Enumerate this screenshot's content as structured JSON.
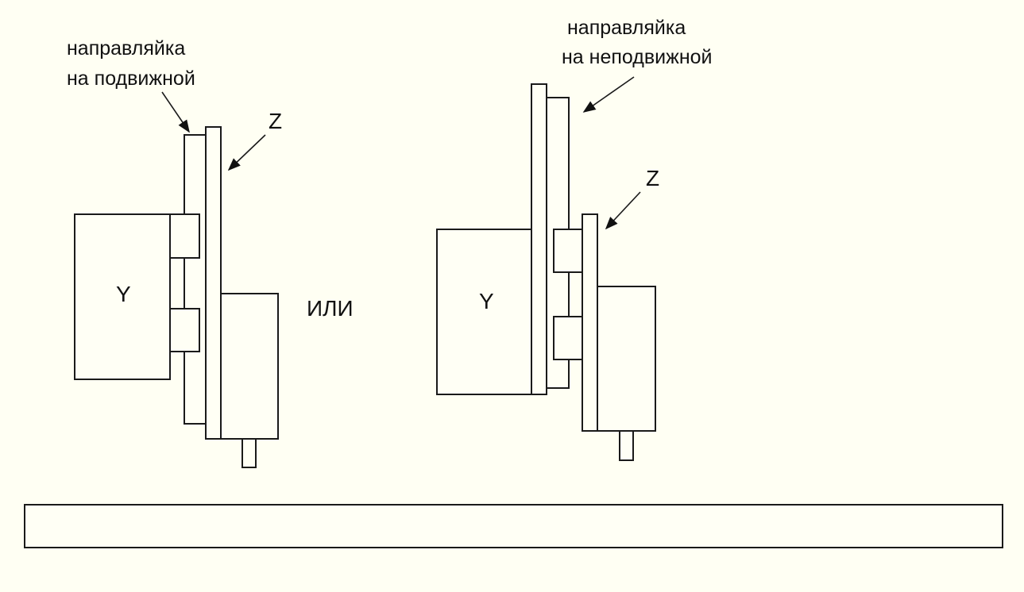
{
  "diagram": {
    "variant_a": {
      "guide_label_line1": "направляйка",
      "guide_label_line2": "на подвижной",
      "axis_z_label": "Z",
      "axis_y_label": "Y"
    },
    "separator_label": "ИЛИ",
    "variant_b": {
      "guide_label_line1": "направляйка",
      "guide_label_line2": "на неподвижной",
      "axis_z_label": "Z",
      "axis_y_label": "Y"
    },
    "colors": {
      "background": "#fffff3",
      "stroke": "#1a1a1a"
    }
  }
}
